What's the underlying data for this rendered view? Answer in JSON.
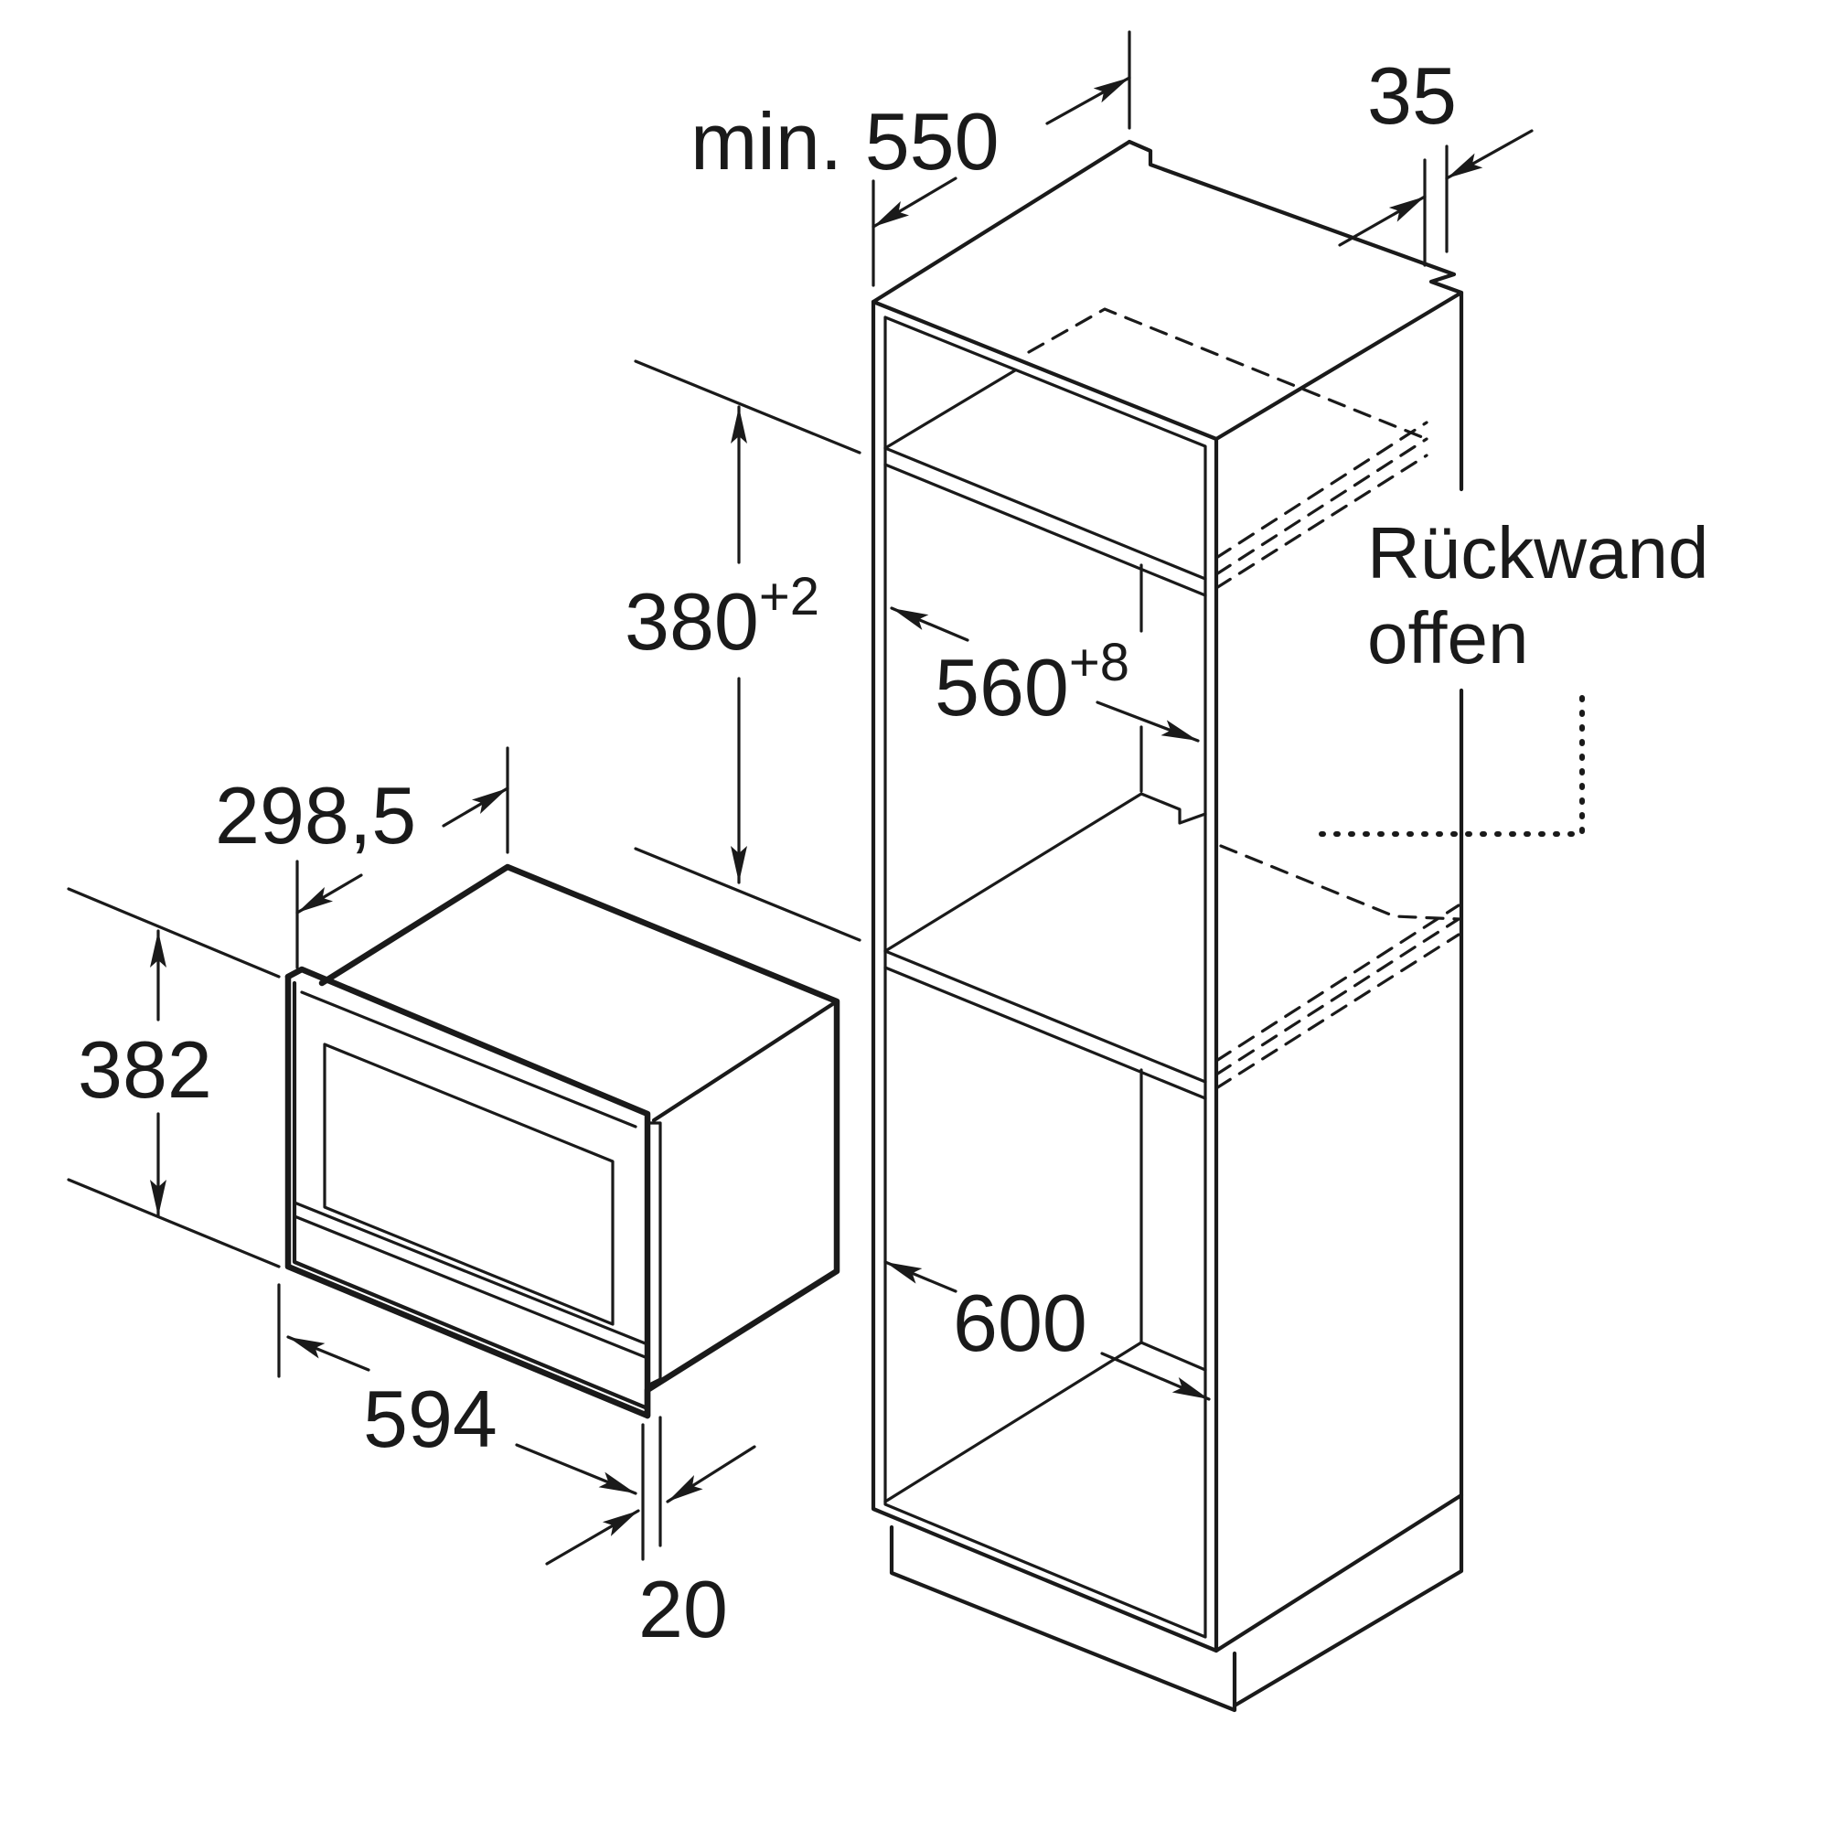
{
  "dimensions": {
    "min_depth": "min. 550",
    "rear_gap": "35",
    "niche_height": "380",
    "niche_height_tolerance": "+2",
    "niche_width": "560",
    "niche_width_tolerance": "+8",
    "cabinet_width": "600",
    "device_depth": "298,5",
    "device_height": "382",
    "device_width": "594",
    "front_panel": "20"
  },
  "notes": {
    "back_wall_line1": "Rückwand",
    "back_wall_line2": "offen"
  }
}
